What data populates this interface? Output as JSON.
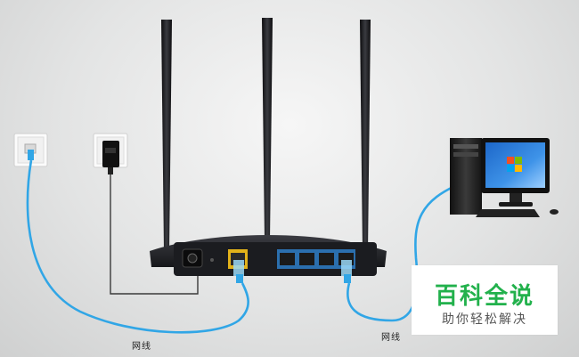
{
  "labels": {
    "cable_left": "网线",
    "cable_right": "网线"
  },
  "watermark": {
    "title": "百科全说",
    "subtitle": "助你轻松解决"
  },
  "colors": {
    "cable": "#31a6e6",
    "power_cable": "#3a3a3a",
    "router": "#1e1f23",
    "watermark_green": "#22b14c"
  },
  "icons": {
    "wall_ethernet": "ethernet-wall-jack-icon",
    "power_socket": "power-socket-icon",
    "router": "wireless-router-icon",
    "computer": "desktop-computer-icon"
  }
}
